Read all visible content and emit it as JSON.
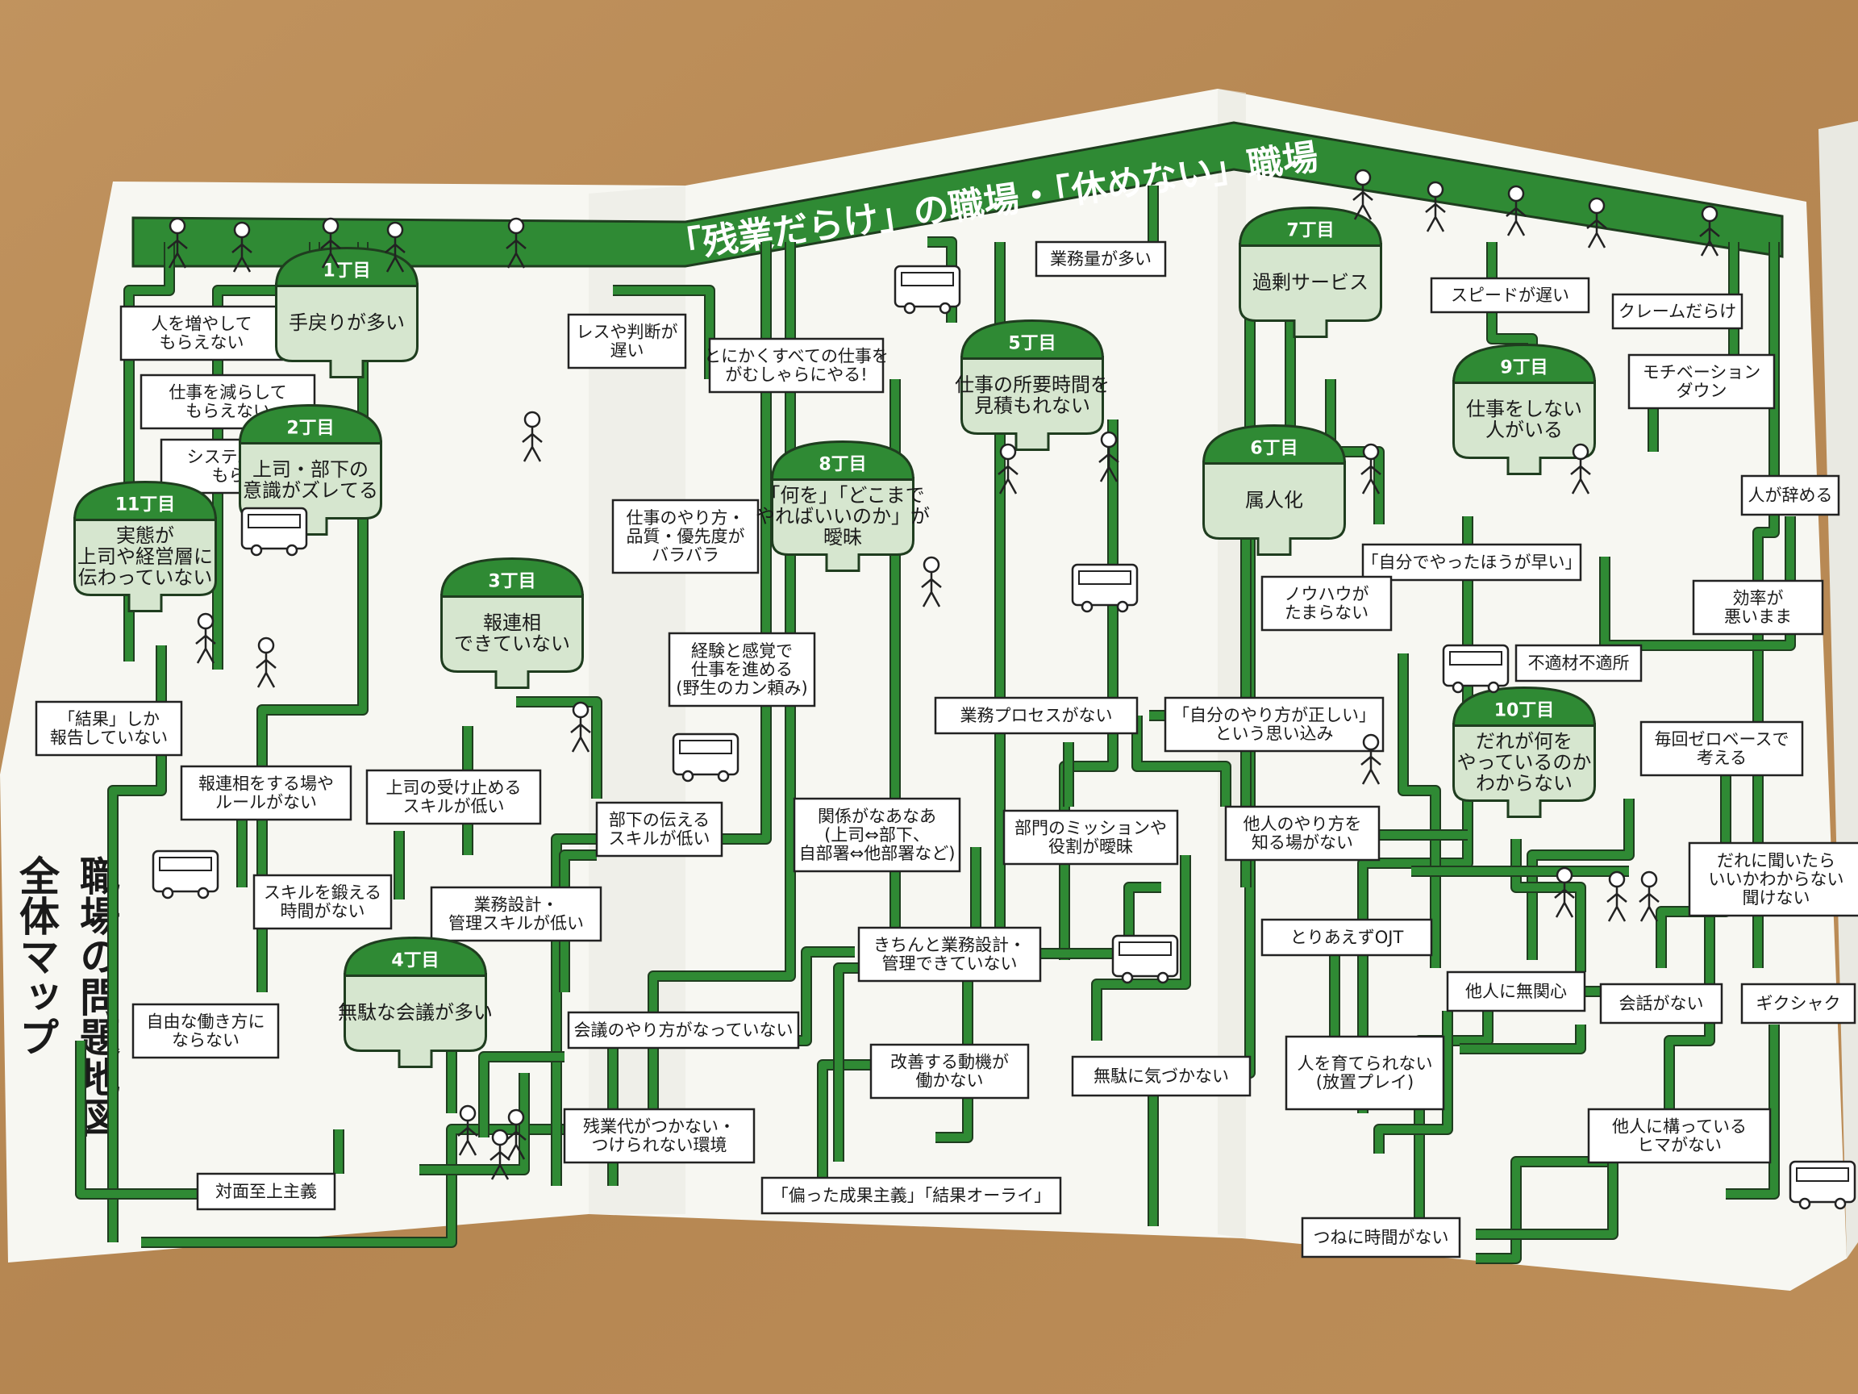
{
  "banner": {
    "title": "「残業だらけ」の職場・「休めない」職場"
  },
  "side_title": {
    "line1": "職場の問題地図",
    "line2": "全体マップ"
  },
  "stations": [
    {
      "name": "1丁目",
      "label": "手戻りが多い"
    },
    {
      "name": "2丁目",
      "label": "上司・部下の\n意識がズレてる"
    },
    {
      "name": "3丁目",
      "label": "報連相\nできていない"
    },
    {
      "name": "4丁目",
      "label": "無駄な会議が多い"
    },
    {
      "name": "5丁目",
      "label": "仕事の所要時間を\n見積もれない"
    },
    {
      "name": "6丁目",
      "label": "属人化"
    },
    {
      "name": "7丁目",
      "label": "過剰サービス"
    },
    {
      "name": "8丁目",
      "label": "「何を」「どこまで\nやればいいのか」が\n曖昧"
    },
    {
      "name": "9丁目",
      "label": "仕事をしない\n人がいる"
    },
    {
      "name": "10丁目",
      "label": "だれが何を\nやっているのか\nわからない"
    },
    {
      "name": "11丁目",
      "label": "実態が\n上司や経営層に\n伝わっていない"
    }
  ],
  "boxes": [
    {
      "text": "人を増やして\nもらえない"
    },
    {
      "text": "仕事を減らして\nもらえない"
    },
    {
      "text": "システムを入れて\nもらえない"
    },
    {
      "text": "レスや判断が\n遅い"
    },
    {
      "text": "とにかくすべての仕事を\nがむしゃらにやる!"
    },
    {
      "text": "業務量が多い"
    },
    {
      "text": "スピードが遅い"
    },
    {
      "text": "クレームだらけ"
    },
    {
      "text": "モチベーション\nダウン"
    },
    {
      "text": "人が辞める"
    },
    {
      "text": "仕事のやり方・\n品質・優先度が\nバラバラ"
    },
    {
      "text": "「自分でやったほうが早い」"
    },
    {
      "text": "ノウハウが\nたまらない"
    },
    {
      "text": "効率が\n悪いまま"
    },
    {
      "text": "不適材不適所"
    },
    {
      "text": "経験と感覚で\n仕事を進める\n(野生のカン頼み)"
    },
    {
      "text": "業務プロセスがない"
    },
    {
      "text": "「自分のやり方が正しい」\nという思い込み"
    },
    {
      "text": "毎回ゼロベースで\n考える"
    },
    {
      "text": "「結果」しか\n報告していない"
    },
    {
      "text": "報連相をする場や\nルールがない"
    },
    {
      "text": "上司の受け止める\nスキルが低い"
    },
    {
      "text": "部下の伝える\nスキルが低い"
    },
    {
      "text": "関係がなあなあ\n(上司⇔部下、\n自部署⇔他部署など)"
    },
    {
      "text": "部門のミッションや\n役割が曖昧"
    },
    {
      "text": "他人のやり方を\n知る場がない"
    },
    {
      "text": "だれに聞いたら\nいいかわからない\n聞けない"
    },
    {
      "text": "スキルを鍛える\n時間がない"
    },
    {
      "text": "業務設計・\n管理スキルが低い"
    },
    {
      "text": "きちんと業務設計・\n管理できていない"
    },
    {
      "text": "とりあえずOJT"
    },
    {
      "text": "自由な働き方に\nならない"
    },
    {
      "text": "会議のやり方がなっていない"
    },
    {
      "text": "他人に無関心"
    },
    {
      "text": "会話がない"
    },
    {
      "text": "ギクシャク"
    },
    {
      "text": "改善する動機が\n働かない"
    },
    {
      "text": "無駄に気づかない"
    },
    {
      "text": "人を育てられない\n(放置プレイ)"
    },
    {
      "text": "残業代がつかない・\nつけられない環境"
    },
    {
      "text": "他人に構っている\nヒマがない"
    },
    {
      "text": "対面至上主義"
    },
    {
      "text": "「偏った成果主義」「結果オーライ」"
    },
    {
      "text": "つねに時間がない"
    }
  ],
  "colors": {
    "route": "#2f8a34",
    "station_body": "#d6e6cf",
    "table": "#b98a55"
  },
  "icons": [
    "person-icon",
    "bus-icon",
    "tram-icon"
  ]
}
